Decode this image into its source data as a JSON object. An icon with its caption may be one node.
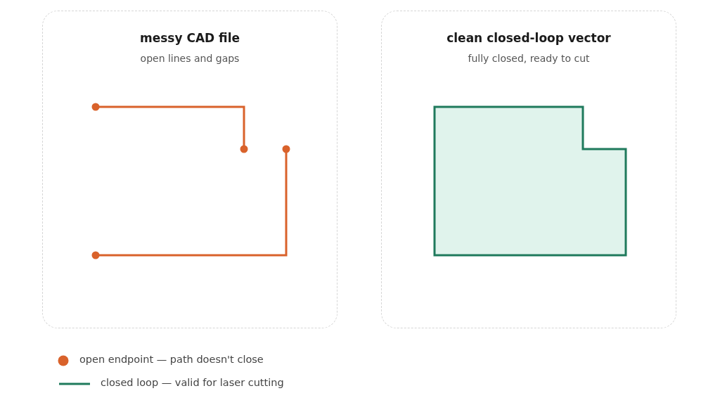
{
  "diagram": {
    "nodes": [
      {
        "text": [
          "messy CAD file",
          "open lines and gaps"
        ]
      },
      {
        "text": [
          "clean closed-loop vector",
          "fully closed, ready to cut"
        ]
      }
    ],
    "legend": [
      {
        "text": "open endpoint — path doesn't close"
      },
      {
        "text": "closed loop — valid for laser cutting"
      }
    ]
  }
}
